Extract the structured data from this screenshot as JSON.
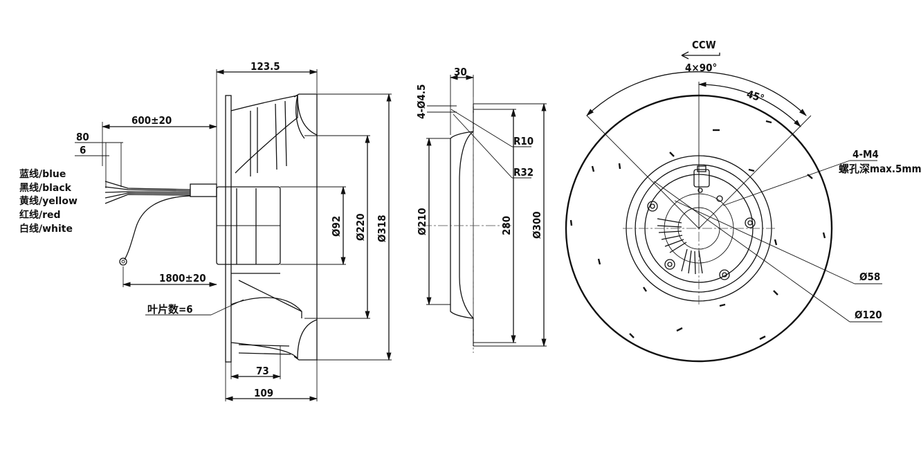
{
  "side_view": {
    "dims": {
      "overall_width": "123.5",
      "cable_length": "600±20",
      "strip_80": "80",
      "strip_6": "6",
      "ground_lead": "1800±20",
      "blade_count": "叶片数=6",
      "depth_73": "73",
      "depth_109": "109",
      "dia_92": "Ø92",
      "dia_220": "Ø220",
      "dia_318": "Ø318"
    },
    "wires": [
      "蓝线/blue",
      "黑线/black",
      "黄线/yellow",
      "红线/red",
      "白线/white"
    ]
  },
  "section_view": {
    "dims": {
      "thickness_30": "30",
      "holes": "4-Ø4.5",
      "r10": "R10",
      "r32": "R32",
      "dia_210": "Ø210",
      "dim_280": "280",
      "dia_300": "Ø300"
    }
  },
  "front_view": {
    "dims": {
      "rotation": "CCW",
      "angle_4x90": "4×90°",
      "angle_45": "45°",
      "thread": "4-M4",
      "thread_depth": "螺孔深max.5mm",
      "dia_58": "Ø58",
      "dia_120": "Ø120"
    }
  }
}
